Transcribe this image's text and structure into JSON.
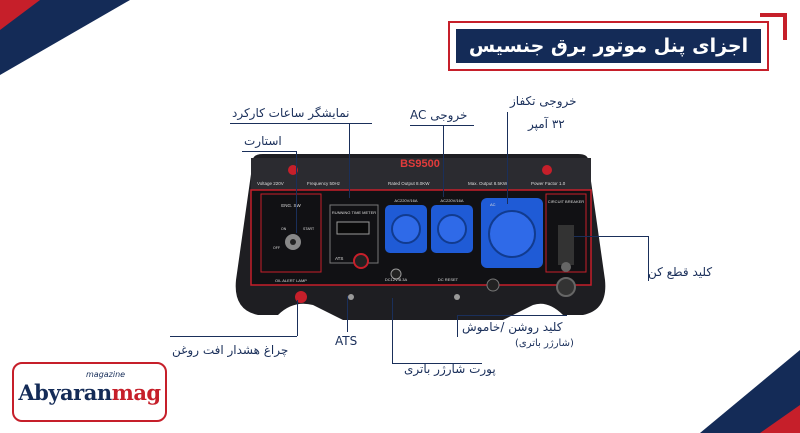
{
  "title": "اجزای پنل موتور برق جنسیس",
  "labels": {
    "hour_meter": "نمایشگر ساعات کارکرد",
    "start": "استارت",
    "ac_output": "خروجی AC",
    "single_output": "خروجی تکفاز",
    "amp": "۳۲ آمپر",
    "breaker": "کلید قطع کن",
    "on_off": "کلید روشن /خاموش",
    "battery_charge_note": "(شارژر باتری)",
    "ats": "ATS",
    "battery_port": "پورت شارژر باتری",
    "oil_lamp": "چراغ هشدار افت روغن"
  },
  "panel": {
    "model": "BS9500",
    "voltage": "Voltage  220V",
    "frequency": "Frequency  50Hz",
    "rated_output": "Rated Output  8.0KW",
    "max_output": "Max. Output  8.5KW",
    "power_factor": "Power Factor  1.0",
    "eng_sw": "ENG. SW",
    "start_text": "START",
    "running_time_meter": "RUNNING TIME METER",
    "ac_socket_1": "AC220V/16A",
    "ac_socket_2": "AC220V/16A",
    "ac_socket_3": "AC",
    "circuit_breaker": "CIRCUIT BREAKER",
    "ats_text": "ATS",
    "dc_text": "DC12V/8.3A",
    "dc_reset": "DC RESET",
    "oil_alert": "OIL ALERT LAMP",
    "on_text": "ON",
    "off_text": "OFF"
  },
  "logo": {
    "small": "magazine",
    "main_a": "Abyaran",
    "main_b": "mag"
  },
  "colors": {
    "navy": "#142b57",
    "red": "#c61f2a"
  }
}
